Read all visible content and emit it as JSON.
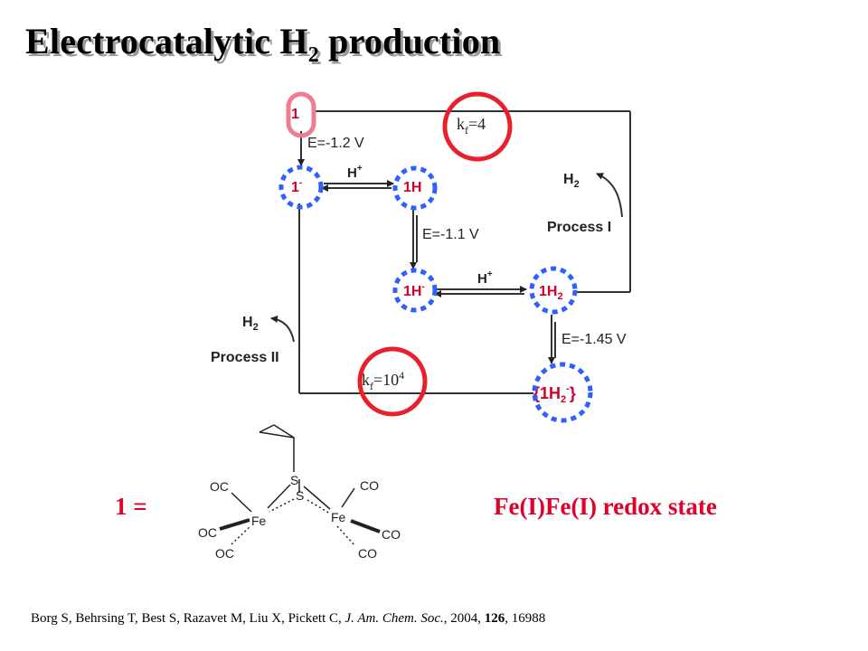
{
  "title": {
    "main": "Electrocatalytic H",
    "sub": "2",
    "tail": " production"
  },
  "scheme": {
    "species": {
      "s1": "1",
      "s1_minus": "1",
      "s1H": "1H",
      "s1H_minus": "1H",
      "s1H2": "1H",
      "s1H2_minus": "1H"
    },
    "potentials": {
      "e1": "E=-1.2 V",
      "e2": "E=-1.1 V",
      "e3": "E=-1.45 V"
    },
    "protons": {
      "p1": "H",
      "p2": "H"
    },
    "processes": {
      "process1": "Process I",
      "process2": "Process II",
      "h2": "H"
    },
    "rates": {
      "k1_prefix": "k",
      "k1_sub": "f",
      "k1_value": "=4",
      "k2_prefix": "k",
      "k2_sub": "f",
      "k2_value": "=10",
      "k2_sup": "4"
    }
  },
  "structure": {
    "oc_tl": "OC",
    "oc_ml": "OC",
    "oc_bl": "OC",
    "co_tr": "CO",
    "co_mr": "CO",
    "co_br": "CO",
    "s_top": "S",
    "s_bottom": "S",
    "fe_left": "Fe",
    "fe_right": "Fe"
  },
  "labels": {
    "one_eq": "1 =",
    "redox": "Fe(I)Fe(I) redox state"
  },
  "citation": {
    "authors": "Borg S, Behrsing T, Best S, Razavet M, Liu X, Pickett C, ",
    "journal": "J. Am. Chem. Soc.",
    "year": ", 2004, ",
    "volume": "126",
    "pages": ", 16988"
  },
  "colors": {
    "accent_red": "#e0002a",
    "circle_blue": "#2f5fff",
    "circle_red": "#e8202e",
    "highlight_pink": "#ee7d93"
  }
}
